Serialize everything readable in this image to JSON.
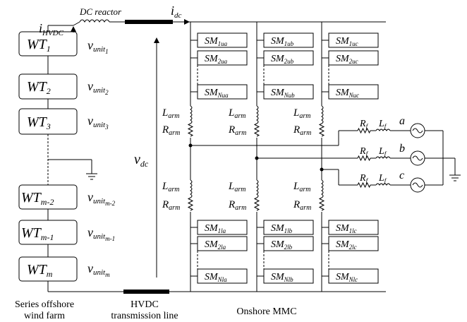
{
  "labels": {
    "i_hvdc": {
      "main": "i",
      "sub": "HVDC"
    },
    "dc_reactor": "DC reactor",
    "i_dc": {
      "main": "i",
      "sub": "dc"
    },
    "v_dc": {
      "main": "v",
      "sub": "dc"
    }
  },
  "wind_turbines": [
    {
      "main": "WT",
      "sub": "1",
      "v_main": "v",
      "v_sub": "unit",
      "v_sub2": "1"
    },
    {
      "main": "WT",
      "sub": "2",
      "v_main": "v",
      "v_sub": "unit",
      "v_sub2": "2"
    },
    {
      "main": "WT",
      "sub": "3",
      "v_main": "v",
      "v_sub": "unit",
      "v_sub2": "3"
    },
    {
      "main": "WT",
      "sub": "m-2",
      "v_main": "v",
      "v_sub": "unit",
      "v_sub2": "m-2"
    },
    {
      "main": "WT",
      "sub": "m-1",
      "v_main": "v",
      "v_sub": "unit",
      "v_sub2": "m-1"
    },
    {
      "main": "WT",
      "sub": "m",
      "v_main": "v",
      "v_sub": "unit",
      "v_sub2": "m"
    }
  ],
  "phase_letters": [
    "a",
    "b",
    "c"
  ],
  "submodules_upper": [
    [
      "1ua",
      "1ub",
      "1uc"
    ],
    [
      "2ua",
      "2ub",
      "2uc"
    ],
    [
      "Nua",
      "Nub",
      "Nuc"
    ]
  ],
  "submodules_lower": [
    [
      "1la",
      "1lb",
      "1lc"
    ],
    [
      "2la",
      "2lb",
      "2lc"
    ],
    [
      "Nla",
      "Nlb",
      "Nlc"
    ]
  ],
  "sm_prefix": "SM",
  "arm_inductor": {
    "main": "L",
    "sub": "arm"
  },
  "arm_resistor": {
    "main": "R",
    "sub": "arm"
  },
  "filter_resistor": {
    "main": "R",
    "sub": "f"
  },
  "filter_inductor": {
    "main": "L",
    "sub": "f"
  },
  "captions": {
    "wind_farm": [
      "Series offshore",
      "wind farm"
    ],
    "hvdc_line": [
      "HVDC",
      "transmission line"
    ],
    "mmc": "Onshore MMC"
  }
}
